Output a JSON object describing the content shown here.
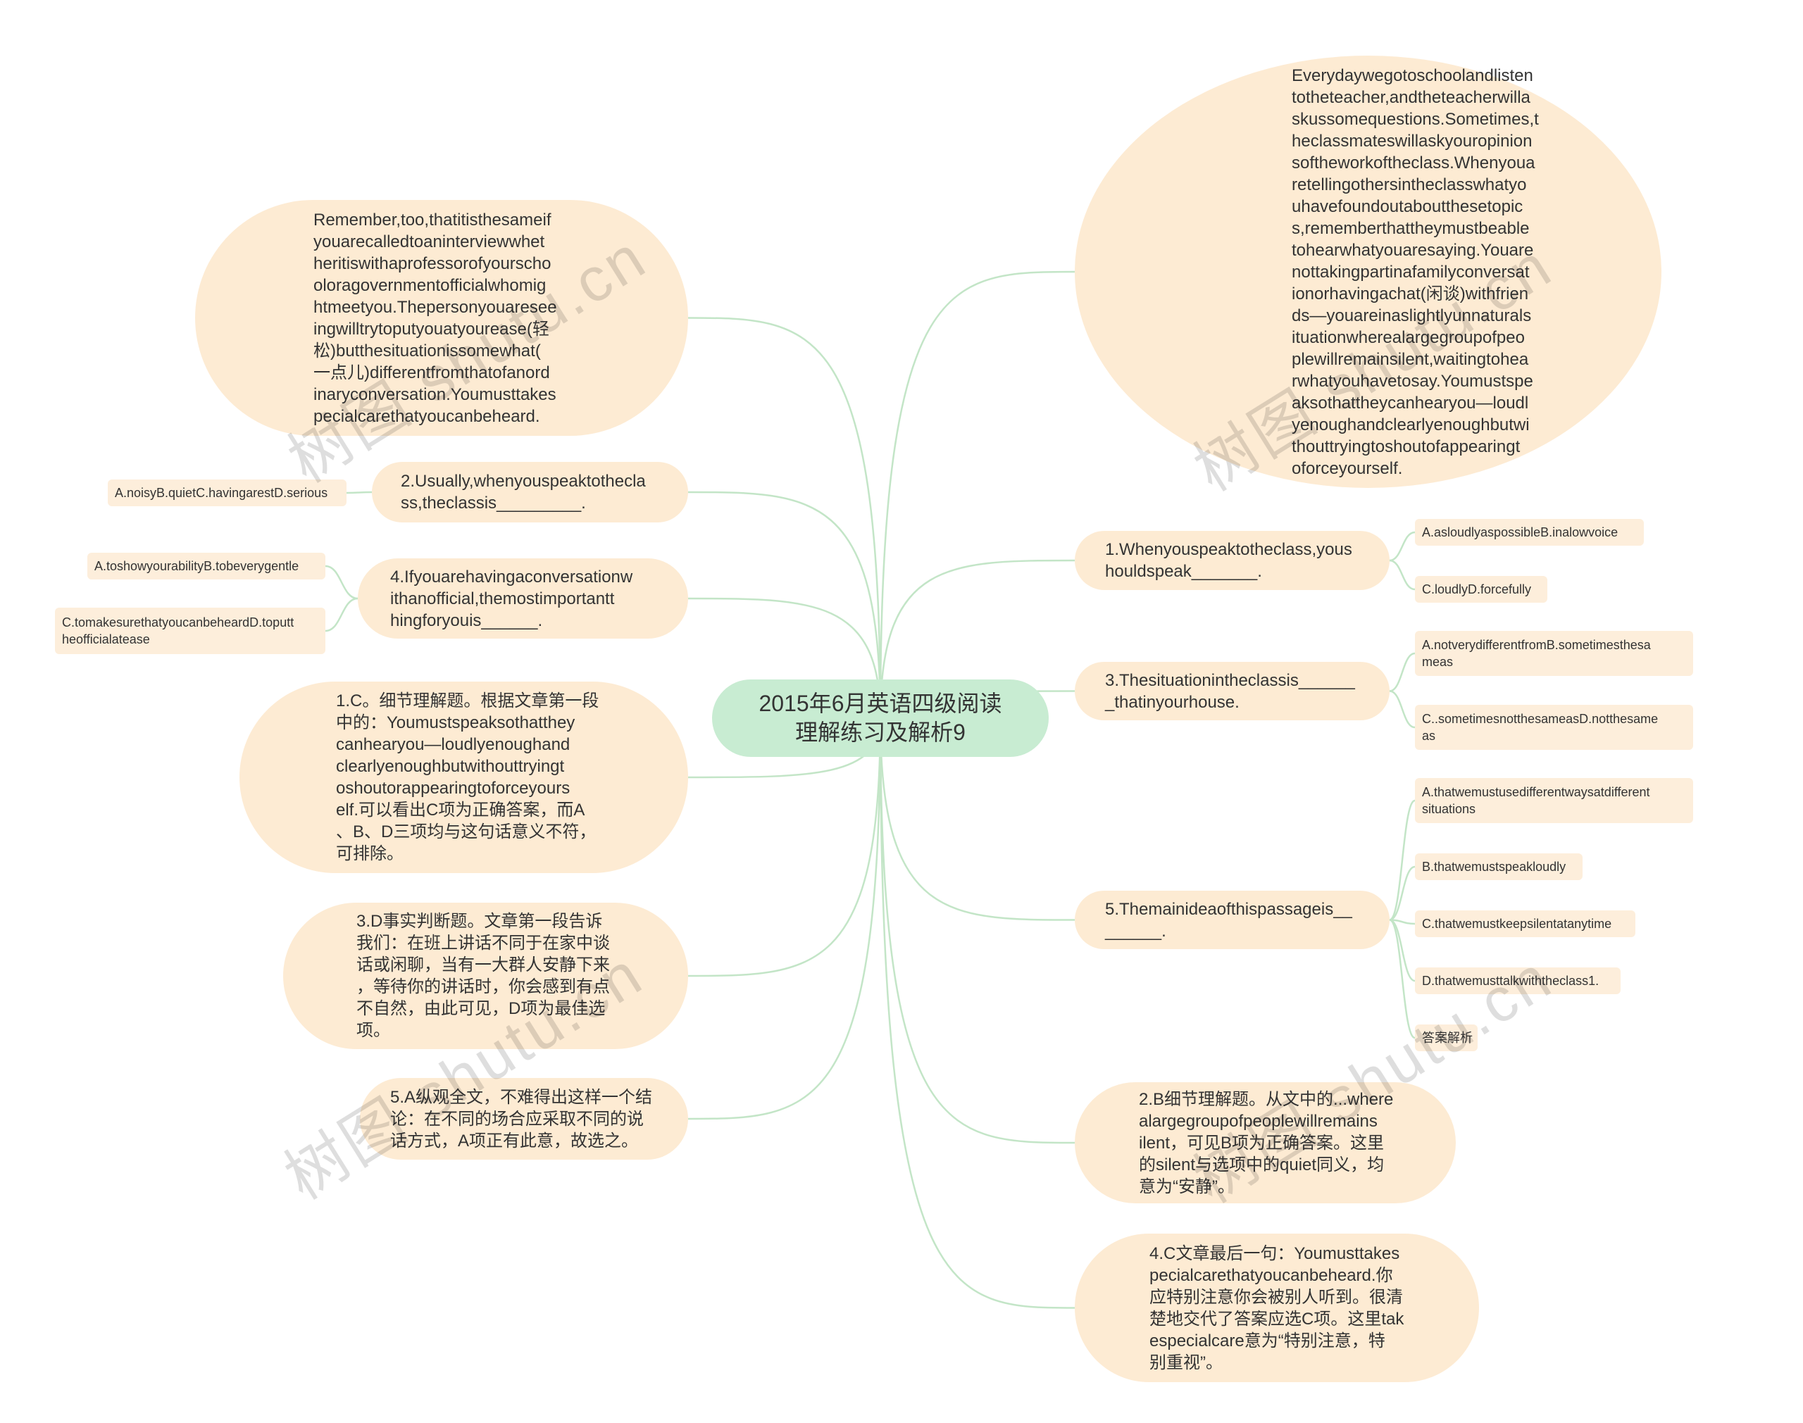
{
  "central_topic": [
    "2015年6月英语四级阅读",
    "理解练习及解析9"
  ],
  "right_branch": {
    "passage_part_1": [
      "Everydaywegotoschoolandlisten",
      "totheteacher,andtheteacherwilla",
      "skussomequestions.Sometimes,t",
      "heclassmateswillaskyouropinion",
      "softheworkoftheclass.Whenyoua",
      "retellingothersintheclasswhatyo",
      "uhavefoundoutaboutthesetopic",
      "s,rememberthattheymustbeable",
      "tohearwhatyouaresaying.Youare",
      "nottakingpartinafamilyconversat",
      "ionorhavingachat(闲谈)withfrien",
      "ds—youareinaslightlyunnaturals",
      "ituationwherealargegroupofpeo",
      "plewillremainsilent,waitingtohea",
      "rwhatyouhavetosay.Youmustspe",
      "aksothattheycanhearyou—loudl",
      "yenoughandclearlyenoughbutwi",
      "thouttryingtoshoutofappearingt",
      "oforceyourself."
    ],
    "question_1": {
      "text": [
        "1.Whenyouspeaktotheclass,yous",
        "houldspeak_______."
      ],
      "options": [
        "A.asloudlyaspossibleB.inalowvoice",
        "C.loudlyD.forcefully"
      ]
    },
    "question_3": {
      "text": [
        "3.Thesituationintheclassis______",
        "_thatinyourhouse."
      ],
      "options": [
        [
          "A.notverydifferentfromB.sometimesthesa",
          "meas"
        ],
        [
          "C..sometimesnotthesameasD.notthesame",
          "as"
        ]
      ]
    },
    "question_5": {
      "text": [
        "5.Themainideaofthispassageis__",
        "______."
      ],
      "options": [
        [
          "A.thatwemustusedifferentwaysatdifferent",
          "situations"
        ],
        "B.thatwemustspeakloudly",
        "C.thatwemustkeepsilentatanytime",
        "D.thatwemusttalkwiththeclass1."
      ],
      "answer_label": "答案解析"
    },
    "answer_2": [
      "2.B细节理解题。从文中的...where",
      "alargegroupofpeoplewillremains",
      "ilent，可见B项为正确答案。这里",
      "的silent与选项中的quiet同义，均",
      "意为“安静”。"
    ],
    "answer_4": [
      "4.C文章最后一句：Youmusttakes",
      "pecialcarethatyoucanbeheard.你",
      "应特别注意你会被别人听到。很清",
      "楚地交代了答案应选C项。这里tak",
      "especialcare意为“特别注意，特",
      "别重视”。"
    ]
  },
  "left_branch": {
    "passage_part_2": [
      "Remember,too,thatitisthesameif",
      "youarecalledtoaninterviewwhet",
      "heritiswithaprofessorofyourscho",
      "oloragovernmentofficialwhomig",
      "htmeetyou.Thepersonyouaresee",
      "ingwilltrytoputyouatyourease(轻",
      "松)butthesituationissomewhat(",
      "一点儿)differentfromthatofanord",
      "inaryconversation.Youmusttakes",
      "pecialcarethatyoucanbeheard."
    ],
    "question_2": {
      "text": [
        "2.Usually,whenyouspeaktothecla",
        "ss,theclassis_________."
      ],
      "options": [
        "A.noisyB.quietC.havingarestD.serious"
      ]
    },
    "question_4": {
      "text": [
        "4.Ifyouarehavingaconversationw",
        "ithanofficial,themostimportantt",
        "hingforyouis______."
      ],
      "options": [
        "A.toshowyourabilityB.tobeverygentle",
        [
          "C.tomakesurethatyoucanbeheardD.toputt",
          "heofficialatease"
        ]
      ]
    },
    "answer_1": [
      "1.C。细节理解题。根据文章第一段",
      "中的：Youmustspeaksothatthey",
      "canhearyou—loudlyenoughand",
      "clearlyenoughbutwithouttryingt",
      "oshoutorappearingtoforceyours",
      "elf.可以看出C项为正确答案，而A",
      "、B、D三项均与这句话意义不符，",
      "可排除。"
    ],
    "answer_3": [
      "3.D事实判断题。文章第一段告诉",
      "我们：在班上讲话不同于在家中谈",
      "话或闲聊，当有一大群人安静下来",
      "，等待你的讲话时，你会感到有点",
      "不自然，由此可见，D项为最佳选",
      "项。"
    ],
    "answer_5": [
      "5.A纵观全文，不难得出这样一个结",
      "论：在不同的场合应采取不同的说",
      "话方式，A项正有此意，故选之。"
    ]
  },
  "watermark": "树图 shutu.cn",
  "colors": {
    "central_fill": "#c8ecd2",
    "node_fill": "#fdebd3",
    "option_fill": "#fdeedb",
    "connector": "#c3e5c7",
    "text": "#333333"
  }
}
